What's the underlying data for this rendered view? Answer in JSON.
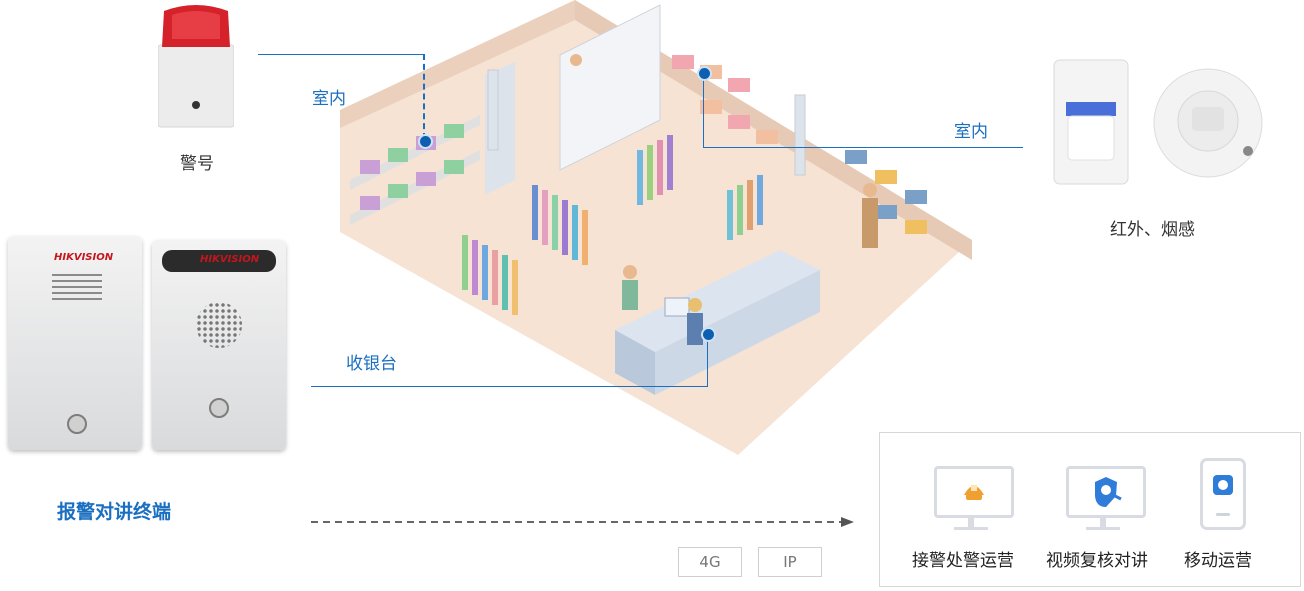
{
  "devices": {
    "siren_label": "警号",
    "detector_label": "红外、烟感",
    "terminal_title": "报警对讲终端",
    "terminal_brand": "HIKVISION"
  },
  "scene": {
    "indoor_label_left": "室内",
    "indoor_label_right": "室内",
    "cashier_label": "收银台"
  },
  "network": {
    "tag_4g": "4G",
    "tag_ip": "IP"
  },
  "services": [
    {
      "label": "接警处警运营",
      "icon": "police-badge-icon"
    },
    {
      "label": "视频复核对讲",
      "icon": "shield-camera-icon"
    },
    {
      "label": "移动运营",
      "icon": "mobile-app-icon"
    }
  ],
  "colors": {
    "accent": "#1a6fc0",
    "brand_red": "#c4161c",
    "icon_orange": "#f0a030",
    "icon_blue": "#2f7dd8"
  }
}
